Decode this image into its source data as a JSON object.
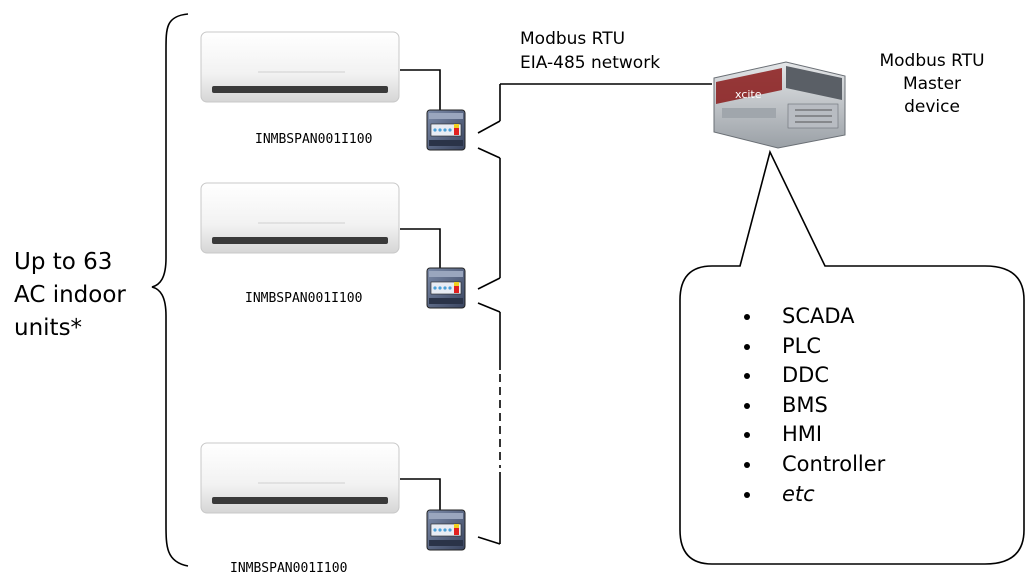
{
  "left_label": {
    "line1": "Up to 63",
    "line2": "AC indoor",
    "line3": "units*"
  },
  "gateway_labels": [
    "INMBSPAN001I100",
    "INMBSPAN001I100",
    "INMBSPAN001I100"
  ],
  "network_label": {
    "line1": "Modbus RTU",
    "line2": "EIA-485 network"
  },
  "master_label": {
    "line1": "Modbus RTU",
    "line2": "Master",
    "line3": "device"
  },
  "device_logo_text": "xcite",
  "master_types": [
    "SCADA",
    "PLC",
    "DDC",
    "BMS",
    "HMI",
    "Controller",
    "etc"
  ],
  "colors": {
    "line": "#000000",
    "ac_unit_body": "#f4f4f4",
    "gateway_body": "#5a6a8a",
    "gateway_led": "#4aa0d8",
    "gateway_accent_red": "#e02020",
    "gateway_accent_yellow": "#f0d020",
    "master_device_body": "#c8ccd0",
    "master_device_panel": "#8a1a1a"
  }
}
